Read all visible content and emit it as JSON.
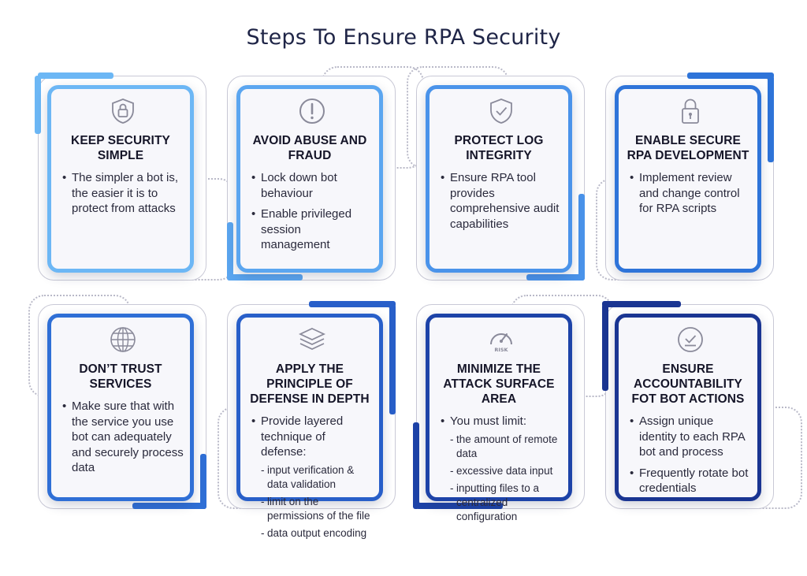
{
  "title": "Steps To Ensure RPA Security",
  "cards": [
    {
      "title": "KEEP SECURITY SIMPLE",
      "icon": "shield-lock-icon",
      "color": "#6cb7f5",
      "points": [
        {
          "text": "The simpler a bot is, the easier it is to protect from attacks",
          "sub": []
        }
      ]
    },
    {
      "title": "AVOID ABUSE AND FRAUD",
      "icon": "warning-circle-icon",
      "color": "#5ba6f0",
      "points": [
        {
          "text": "Lock down bot behaviour",
          "sub": []
        },
        {
          "text": "Enable privileged session management",
          "sub": []
        }
      ]
    },
    {
      "title": "PROTECT LOG INTEGRITY",
      "icon": "shield-check-icon",
      "color": "#4a93ea",
      "points": [
        {
          "text": "Ensure RPA tool provides comprehensive audit capabilities",
          "sub": []
        }
      ]
    },
    {
      "title": "ENABLE SECURE RPA DEVELOPMENT",
      "icon": "padlock-icon",
      "color": "#2e74d9",
      "points": [
        {
          "text": "Implement review and change control for RPA scripts",
          "sub": []
        }
      ]
    },
    {
      "title": "DON’T TRUST SERVICES",
      "icon": "globe-icon",
      "color": "#2f6fd6",
      "points": [
        {
          "text": "Make sure that with the service you use bot can adequately and securely process data",
          "sub": []
        }
      ]
    },
    {
      "title": "APPLY THE PRINCIPLE OF DEFENSE IN DEPTH",
      "icon": "layers-icon",
      "color": "#285fc9",
      "points": [
        {
          "text": "Provide layered technique of defense:",
          "sub": [
            "input verification & data validation",
            "limit on the permissions of the file",
            "data output encoding"
          ]
        }
      ]
    },
    {
      "title": "MINIMIZE THE ATTACK SURFACE AREA",
      "icon": "risk-gauge-icon",
      "color": "#1d43a8",
      "points": [
        {
          "text": "You must limit:",
          "sub": [
            "the amount of remote data",
            "excessive data input",
            "inputting files to a centralized configuration"
          ]
        }
      ]
    },
    {
      "title": "ENSURE ACCOUNTABILITY FOT BOT ACTIONS",
      "icon": "check-circle-icon",
      "color": "#1a3592",
      "points": [
        {
          "text": "Assign unique identity to each RPA bot and process",
          "sub": []
        },
        {
          "text": "Frequently rotate bot credentials",
          "sub": []
        }
      ]
    }
  ]
}
